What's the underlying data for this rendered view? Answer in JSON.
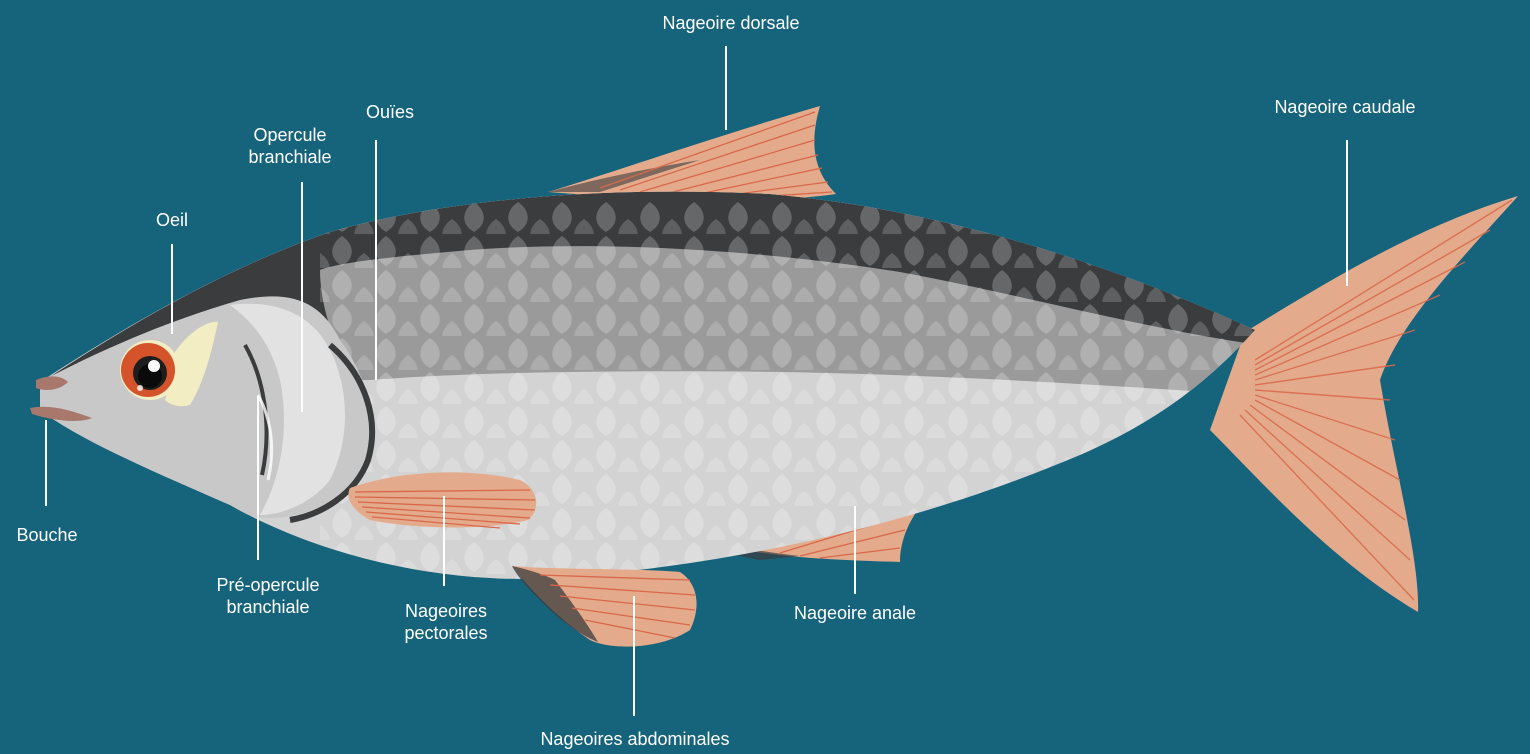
{
  "colors": {
    "background": "#16637c",
    "leader_line": "#ffffff",
    "label_text": "#ffffff",
    "fin": "#e3ab8c",
    "fin_ray": "#d9684a",
    "back": "#3a3c3d",
    "body_upper": "#9a9a9a",
    "body_lower": "#d3d3d3",
    "iris": "#d4532b"
  },
  "labels": {
    "dorsal_fin": "Nageoire dorsale",
    "gills": "Ouïes",
    "operculum": [
      "Opercule",
      "branchiale"
    ],
    "eye": "Oeil",
    "caudal_fin": "Nageoire caudale",
    "mouth": "Bouche",
    "preoperculum": [
      "Pré-opercule",
      "branchiale"
    ],
    "pectoral_fins": [
      "Nageoires",
      "pectorales"
    ],
    "anal_fin": "Nageoire anale",
    "abdominal_fins": "Nageoires abdominales"
  }
}
